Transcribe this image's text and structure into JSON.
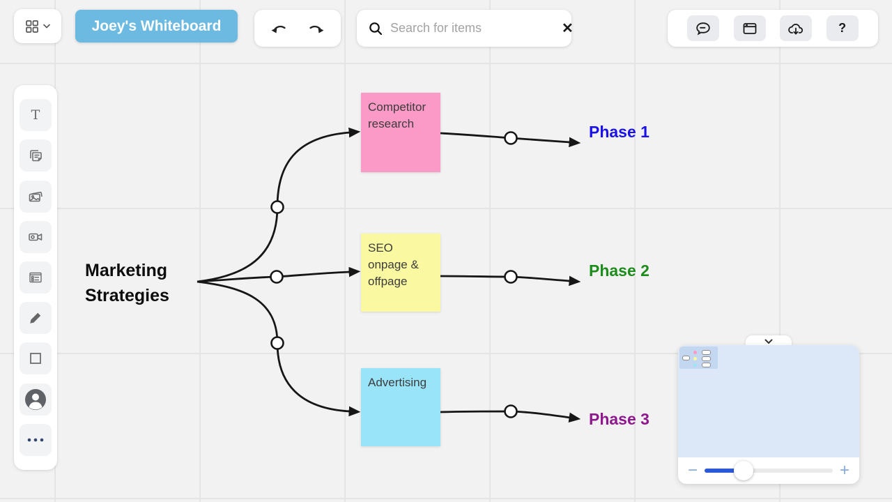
{
  "topbar": {
    "board_title": "Joey's Whiteboard",
    "search": {
      "placeholder": "Search for items",
      "clear_glyph": "✕"
    },
    "help_glyph": "?"
  },
  "canvas": {
    "root_label": "Marketing Strategies",
    "notes": [
      {
        "text": "Competitor research",
        "color": "#FB9AC6"
      },
      {
        "text": "SEO onpage & offpage",
        "color": "#FBF8A2"
      },
      {
        "text": "Advertising",
        "color": "#99E4F9"
      }
    ],
    "phases": [
      {
        "label": "Phase 1",
        "color": "#1A12E8"
      },
      {
        "label": "Phase 2",
        "color": "#1D8C1D"
      },
      {
        "label": "Phase 3",
        "color": "#8E188E"
      }
    ]
  },
  "minimap": {
    "zoom_out_glyph": "−",
    "zoom_in_glyph": "+"
  },
  "colors": {
    "title_button_bg": "#6CB9E2",
    "canvas_bg": "#F2F2F2",
    "grid_line": "#E4E4E4",
    "minimap_bg": "#DCE8F8",
    "minimap_viewport_bg": "#C3D7F0",
    "slider_fill": "#2B59D8",
    "connector": "#161616",
    "note_pink": "#FB9AC6",
    "note_yellow": "#FBF8A2",
    "note_blue": "#99E4F9"
  }
}
